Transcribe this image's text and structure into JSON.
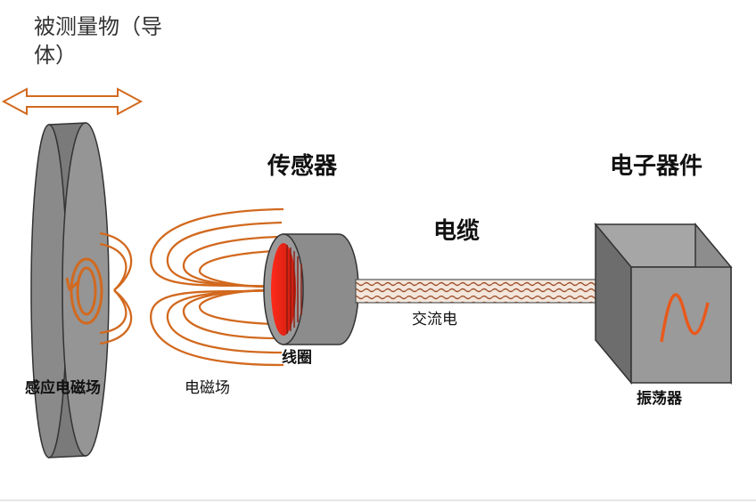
{
  "title": {
    "line1": "被测量物（导",
    "line2": "体）"
  },
  "labels": {
    "sensor": "传感器",
    "electronics": "电子器件",
    "cable": "电缆",
    "ac": "交流电",
    "coil": "线圈",
    "induced_field": "感应电磁场",
    "em_field": "电磁场",
    "oscillator": "振荡器"
  },
  "colors": {
    "metal": "#8f8f8f",
    "metal_dark": "#6e6e6e",
    "field": "#d2691e",
    "coil": "#e8301c",
    "arrow": "#d2691e"
  }
}
